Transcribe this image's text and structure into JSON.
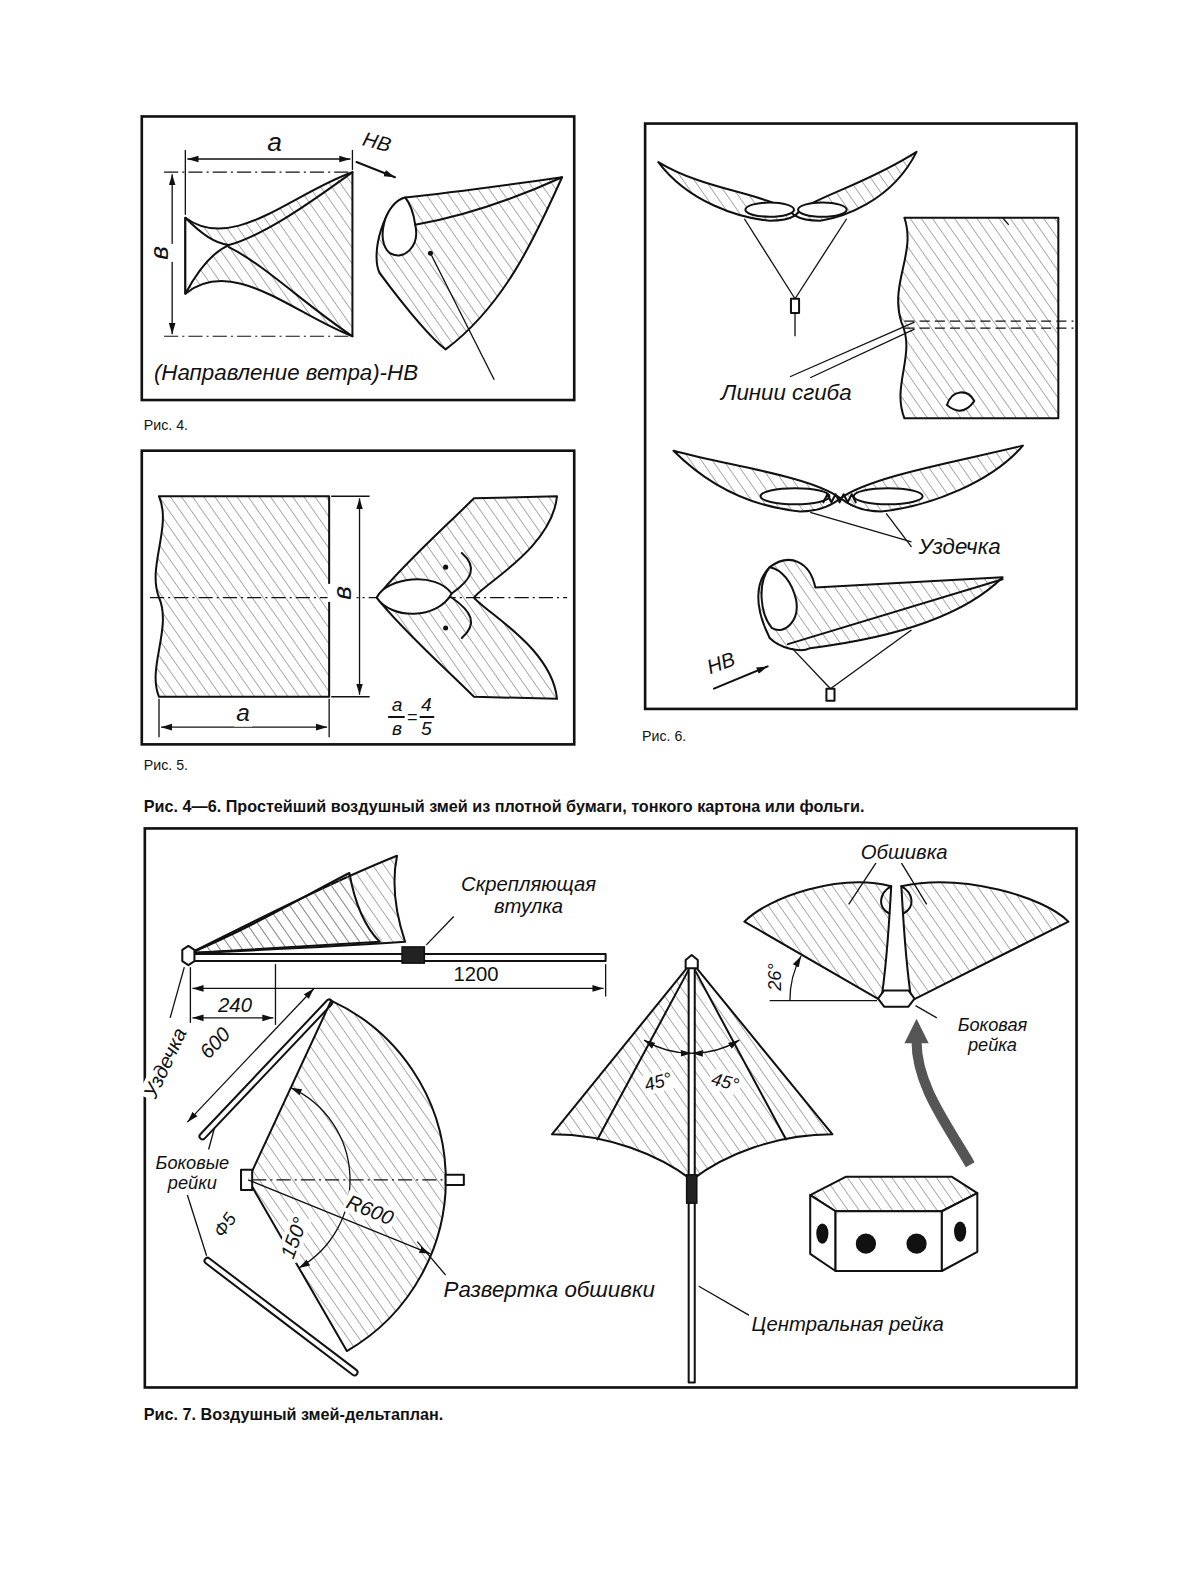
{
  "diagram": {
    "labels": [
      "а",
      "НВ",
      "в",
      "(Направление ветра)-НВ",
      "Рис. 4.",
      "Линии сгиба",
      "Уздечка",
      "НВ",
      "Рис. 6.",
      "в",
      "а",
      "а",
      "=",
      "4",
      "в",
      "5",
      "Рис. 5.",
      "Рис. 4—6. Простейший воздушный змей из плотной бумаги, тонкого картона или фольги.",
      "Скрепляющая втулка",
      "1200",
      "240",
      "Уздечка",
      "600",
      "Боковые рейки",
      "Ф5",
      "150°",
      "R600",
      "Развертка обшивки",
      "45°",
      "45°",
      "Центральная рейка",
      "Обшивка",
      "26°",
      "Боковая рейка",
      "Рис. 7. Воздушный змей-дельтаплан."
    ]
  }
}
